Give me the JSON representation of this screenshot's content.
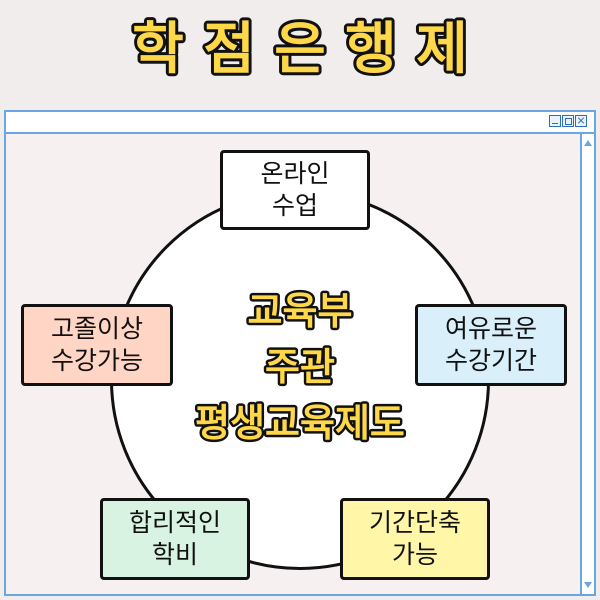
{
  "title": "학 점 은 행 제",
  "center": {
    "line1": "교육부",
    "line2": "주관",
    "line3": "평생교육제도"
  },
  "nodes": {
    "online": "온라인\n수업",
    "high_school": "고졸이상\n수강가능",
    "flexible": "여유로운\n수강기간",
    "degree": "합리적인\n학비",
    "short_term": "기간단축\n가능"
  },
  "colors": {
    "title_fill": "#ffd84a",
    "center_fill": "#ffd84a",
    "outline": "#111111",
    "window_border": "#6aa6e2",
    "node_high_school": "#ffd5c5",
    "node_flexible": "#d9f0fb",
    "node_degree": "#d9f3e3",
    "node_short_term": "#fff6a8"
  },
  "icons": [
    "minimize-icon",
    "maximize-icon",
    "close-icon",
    "scroll-up-icon",
    "scroll-down-icon"
  ]
}
